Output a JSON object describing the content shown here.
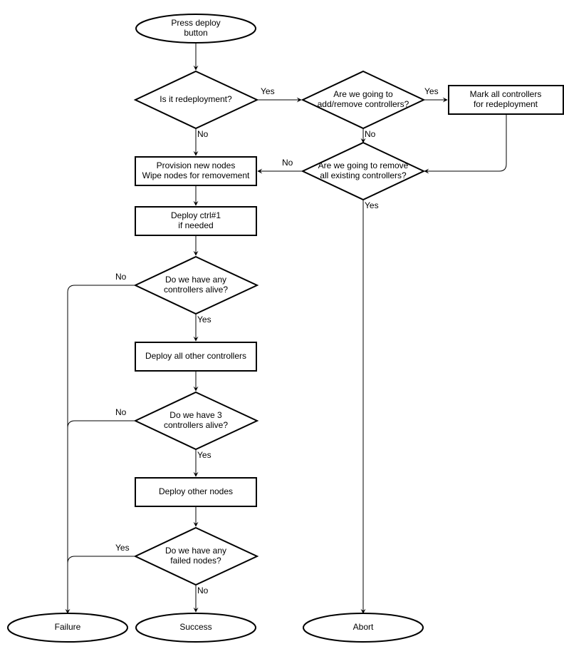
{
  "nodes": {
    "start": [
      "Press deploy",
      "button"
    ],
    "is_redeploy": [
      "Is it redeployment?"
    ],
    "add_remove": [
      "Are we going to",
      "add/remove controllers?"
    ],
    "mark_all": [
      "Mark all controllers",
      "for redeployment"
    ],
    "remove_all": [
      "Are we going to remove",
      "all existing controllers?"
    ],
    "provision": [
      "Provision new nodes",
      "Wipe nodes for removement"
    ],
    "deploy_ctrl1": [
      "Deploy ctrl#1",
      "if needed"
    ],
    "any_alive": [
      "Do we have any",
      "controllers alive?"
    ],
    "deploy_others_ctrl": [
      "Deploy all other controllers"
    ],
    "three_alive": [
      "Do we have 3",
      "controllers alive?"
    ],
    "deploy_other_nodes": [
      "Deploy other nodes"
    ],
    "failed_nodes": [
      "Do we have any",
      "failed nodes?"
    ],
    "failure": [
      "Failure"
    ],
    "success": [
      "Success"
    ],
    "abort": [
      "Abort"
    ]
  },
  "edge_labels": {
    "redeploy_yes": "Yes",
    "redeploy_no": "No",
    "addremove_yes": "Yes",
    "addremove_no": "No",
    "removeall_no": "No",
    "removeall_yes": "Yes",
    "anyalive_no": "No",
    "anyalive_yes": "Yes",
    "threealive_no": "No",
    "threealive_yes": "Yes",
    "failed_yes": "Yes",
    "failed_no": "No"
  }
}
